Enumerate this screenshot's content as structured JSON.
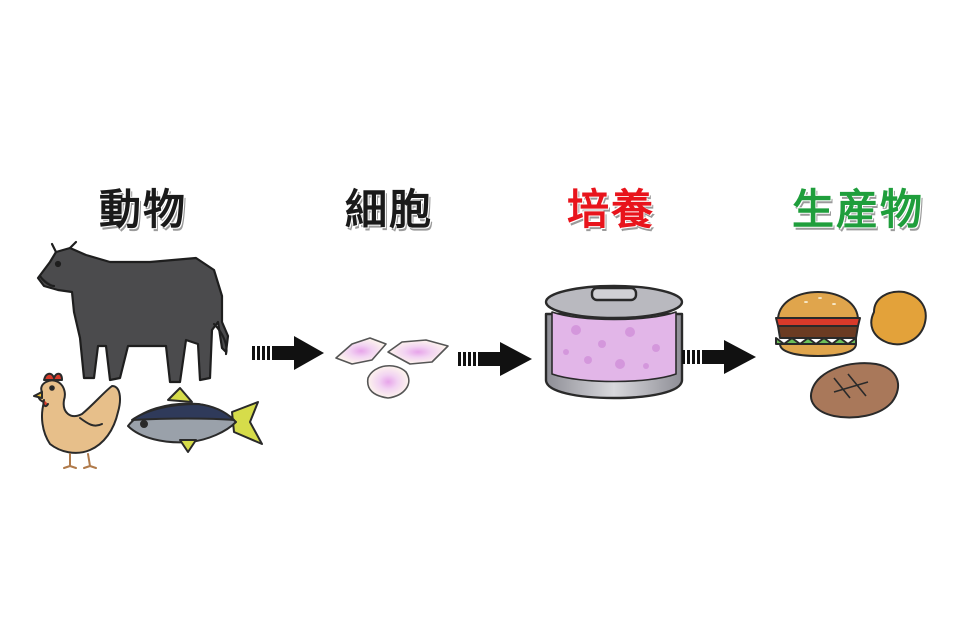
{
  "stages": [
    {
      "id": "animal",
      "label": "動物",
      "color": "#1a1a1a"
    },
    {
      "id": "cell",
      "label": "細胞",
      "color": "#1a1a1a"
    },
    {
      "id": "culture",
      "label": "培養",
      "color": "#e8141c"
    },
    {
      "id": "product",
      "label": "生産物",
      "color": "#1f9e3c"
    }
  ],
  "icons": [
    "cow-icon",
    "chicken-icon",
    "fish-icon",
    "cells-icon",
    "bioreactor-icon",
    "burger-icon",
    "nugget-icon",
    "steak-icon",
    "arrow-icon"
  ]
}
